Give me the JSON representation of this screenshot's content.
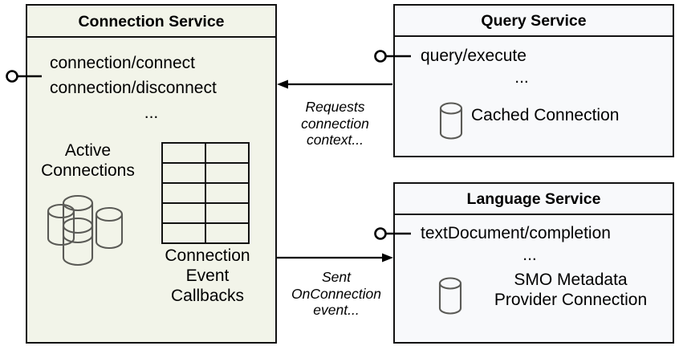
{
  "diagram": {
    "type": "component-diagram",
    "colors": {
      "connection_service_fill": "#f2f4e9",
      "service_fill": "#f8f9fb",
      "border": "#121212",
      "db_icon_stroke": "#5a5a56",
      "background": "#ffffff"
    },
    "components": [
      {
        "id": "connection-service",
        "title": "Connection Service",
        "operations": [
          "connection/connect",
          "connection/disconnect",
          "..."
        ],
        "artifacts": [
          {
            "id": "active-connections",
            "label": "Active\nConnections",
            "icon": "database-cluster-icon"
          },
          {
            "id": "connection-event-callbacks",
            "label": "Connection\nEvent\nCallbacks",
            "icon": "table-grid-icon"
          }
        ],
        "interface_lollipop": true
      },
      {
        "id": "query-service",
        "title": "Query Service",
        "operations": [
          "query/execute",
          "..."
        ],
        "artifacts": [
          {
            "id": "cached-connection",
            "label": "Cached Connection",
            "icon": "database-icon"
          }
        ],
        "interface_lollipop": true
      },
      {
        "id": "language-service",
        "title": "Language Service",
        "operations": [
          "textDocument/completion",
          "..."
        ],
        "artifacts": [
          {
            "id": "smo-metadata-provider-connection",
            "label": "SMO Metadata\nProvider Connection",
            "icon": "database-icon"
          }
        ],
        "interface_lollipop": true
      }
    ],
    "connections": [
      {
        "id": "requests-connection-context",
        "from": "query-service",
        "to": "connection-service",
        "direction": "left",
        "label": "Requests\nconnection\ncontext..."
      },
      {
        "id": "sent-onconnection-event",
        "from": "connection-service",
        "to": "language-service",
        "direction": "right",
        "label": "Sent\nOnConnection\nevent..."
      }
    ]
  }
}
